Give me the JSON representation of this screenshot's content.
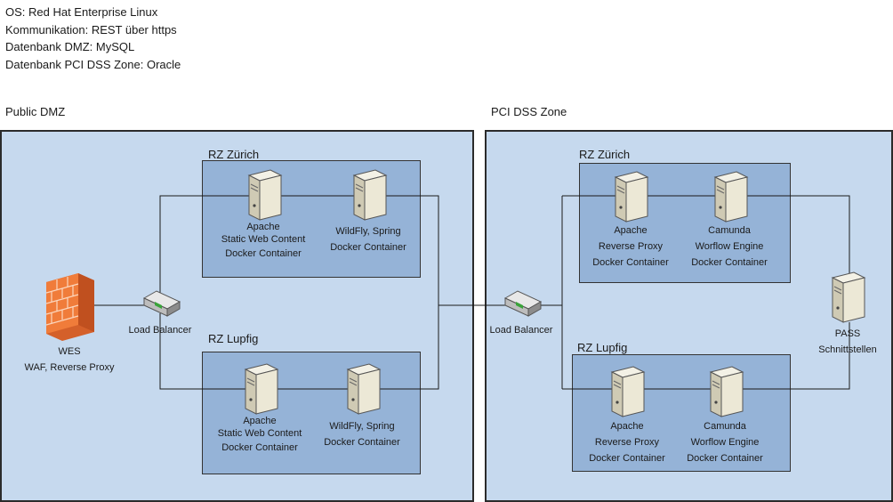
{
  "info": [
    "OS: Red Hat Enterprise Linux",
    "Kommunikation: REST über https",
    "Datenbank DMZ: MySQL",
    "Datenbank PCI DSS Zone: Oracle"
  ],
  "zones": {
    "dmz": {
      "title": "Public DMZ"
    },
    "pci": {
      "title": "PCI DSS Zone"
    }
  },
  "dmz": {
    "rz_top": {
      "title": "RZ Zürich"
    },
    "rz_bottom": {
      "title": "RZ Lupfig"
    },
    "waf": {
      "line1": "WES",
      "line2": "WAF, Reverse Proxy"
    },
    "lb": {
      "label": "Load Balancer"
    },
    "top_apache": {
      "l1": "Apache",
      "l2": "Static Web Content",
      "l3": "Docker Container"
    },
    "top_wildfly": {
      "l1": "WildFly, Spring",
      "l2": "Docker Container"
    },
    "bottom_apache": {
      "l1": "Apache",
      "l2": "Static Web Content",
      "l3": "Docker Container"
    },
    "bottom_wildfly": {
      "l1": "WildFly, Spring",
      "l2": "Docker Container"
    }
  },
  "pci": {
    "rz_top": {
      "title": "RZ Zürich"
    },
    "rz_bottom": {
      "title": "RZ Lupfig"
    },
    "lb": {
      "label": "Load Balancer"
    },
    "top_apache": {
      "l1": "Apache",
      "l2": "Reverse Proxy",
      "l3": "Docker Container"
    },
    "top_camunda": {
      "l1": "Camunda",
      "l2": "Worflow Engine",
      "l3": "Docker Container"
    },
    "bottom_apache": {
      "l1": "Apache",
      "l2": "Reverse Proxy",
      "l3": "Docker Container"
    },
    "bottom_camunda": {
      "l1": "Camunda",
      "l2": "Worflow Engine",
      "l3": "Docker Container"
    },
    "pass": {
      "l1": "PASS",
      "l2": "Schnittstellen"
    }
  },
  "icons": {
    "firewall": "firewall-icon",
    "load_balancer": "load-balancer-icon",
    "server": "server-icon"
  },
  "colors": {
    "zone_fill": "#c6d9ee",
    "rz_fill": "#95b3d7",
    "firewall": "#f07c3a",
    "line": "#1a1a1a"
  }
}
